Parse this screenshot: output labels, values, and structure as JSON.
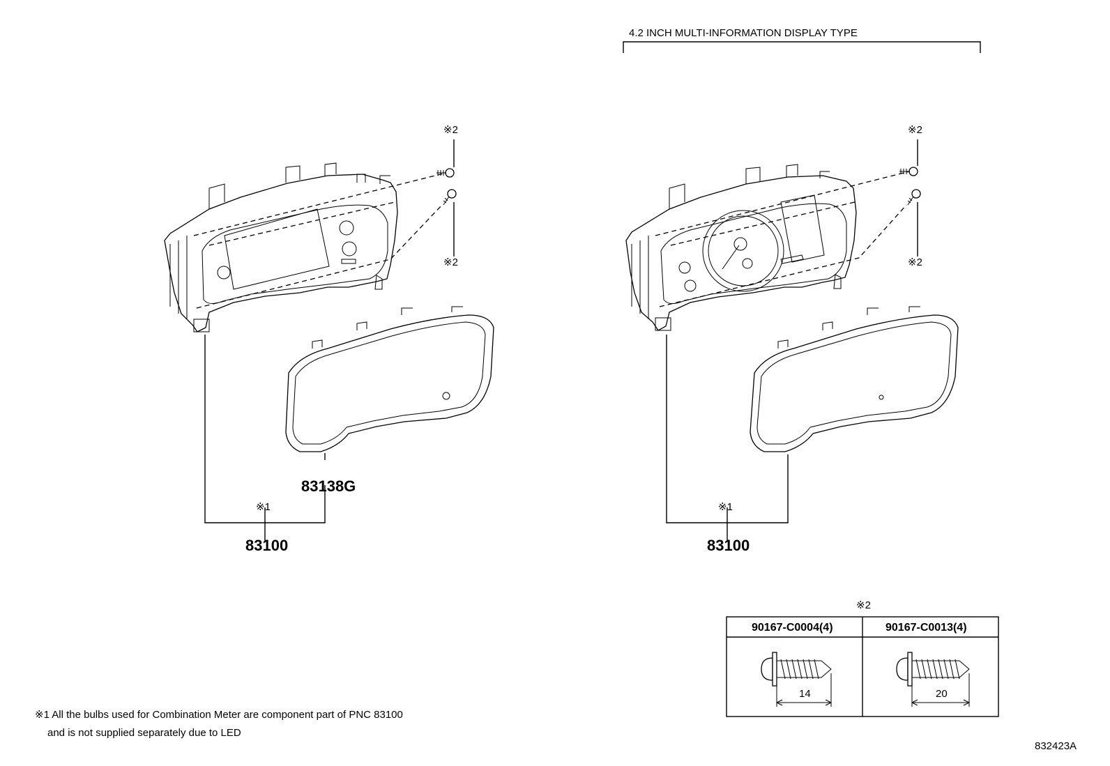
{
  "header": {
    "variant_title": "4.2 INCH MULTI-INFORMATION DISPLAY TYPE"
  },
  "left_assembly": {
    "screw_note_top": "※2",
    "screw_note_bottom": "※2",
    "lens_part_number": "83138G",
    "note_mark": "※1",
    "meter_part_number": "83100"
  },
  "right_assembly": {
    "screw_note_top": "※2",
    "screw_note_bottom": "※2",
    "note_mark": "※1",
    "meter_part_number": "83100"
  },
  "screw_table": {
    "mark": "※2",
    "columns": [
      {
        "part_number": "90167-C0004(4)",
        "length": "14"
      },
      {
        "part_number": "90167-C0013(4)",
        "length": "20"
      }
    ]
  },
  "footnote": {
    "line1": "※1 All the bulbs used for Combination Meter are component part of PNC 83100",
    "line2": "and is not supplied separately due to LED"
  },
  "illustration_id": "832423A"
}
